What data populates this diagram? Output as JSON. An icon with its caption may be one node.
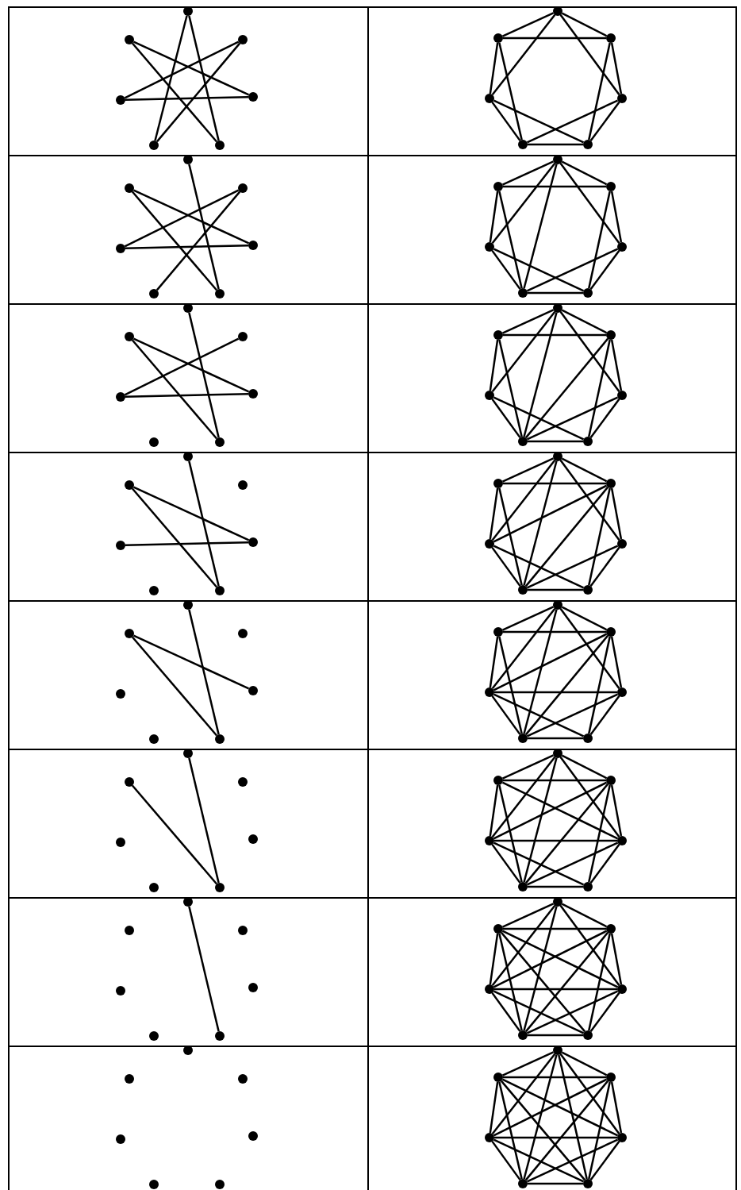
{
  "diagram": {
    "nodes": [
      {
        "text": [],
        "shape": "circle"
      },
      {
        "text": [],
        "shape": "circle"
      },
      {
        "text": [],
        "shape": "circle"
      },
      {
        "text": [],
        "shape": "circle"
      },
      {
        "text": [],
        "shape": "circle"
      },
      {
        "text": [],
        "shape": "circle"
      },
      {
        "text": [],
        "shape": "circle"
      },
      {
        "text": [],
        "shape": "circle"
      },
      {
        "text": [],
        "shape": "circle"
      },
      {
        "text": [],
        "shape": "circle"
      },
      {
        "text": [],
        "shape": "circle"
      },
      {
        "text": [],
        "shape": "circle"
      },
      {
        "text": [],
        "shape": "circle"
      },
      {
        "text": [],
        "shape": "circle"
      },
      {
        "text": [],
        "shape": "circle"
      },
      {
        "text": [],
        "shape": "circle"
      },
      {
        "text": [],
        "shape": "circle"
      },
      {
        "text": [],
        "shape": "circle"
      },
      {
        "text": [],
        "shape": "circle"
      },
      {
        "text": [],
        "shape": "circle"
      },
      {
        "text": [],
        "shape": "circle"
      },
      {
        "text": [],
        "shape": "circle"
      },
      {
        "text": [],
        "shape": "circle"
      },
      {
        "text": [],
        "shape": "circle"
      },
      {
        "text": [],
        "shape": "circle"
      },
      {
        "text": [],
        "shape": "circle"
      },
      {
        "text": [],
        "shape": "circle"
      },
      {
        "text": [],
        "shape": "circle"
      },
      {
        "text": [],
        "shape": "circle"
      },
      {
        "text": [],
        "shape": "circle"
      },
      {
        "text": [],
        "shape": "circle"
      },
      {
        "text": [],
        "shape": "circle"
      },
      {
        "text": [],
        "shape": "circle"
      },
      {
        "text": [],
        "shape": "circle"
      },
      {
        "text": [],
        "shape": "circle"
      },
      {
        "text": [],
        "shape": "circle"
      },
      {
        "text": [],
        "shape": "circle"
      },
      {
        "text": [],
        "shape": "circle"
      },
      {
        "text": [],
        "shape": "circle"
      },
      {
        "text": [],
        "shape": "circle"
      },
      {
        "text": [],
        "shape": "circle"
      },
      {
        "text": [],
        "shape": "circle"
      },
      {
        "text": [],
        "shape": "circle"
      },
      {
        "text": [],
        "shape": "circle"
      },
      {
        "text": [],
        "shape": "circle"
      },
      {
        "text": [],
        "shape": "circle"
      },
      {
        "text": [],
        "shape": "circle"
      },
      {
        "text": [],
        "shape": "circle"
      },
      {
        "text": [],
        "shape": "circle"
      },
      {
        "text": [],
        "shape": "circle"
      },
      {
        "text": [],
        "shape": "circle"
      },
      {
        "text": [],
        "shape": "circle"
      },
      {
        "text": [],
        "shape": "circle"
      },
      {
        "text": [],
        "shape": "circle"
      },
      {
        "text": [],
        "shape": "circle"
      },
      {
        "text": [],
        "shape": "circle"
      },
      {
        "text": [],
        "shape": "circle"
      },
      {
        "text": [],
        "shape": "circle"
      },
      {
        "text": [],
        "shape": "circle"
      },
      {
        "text": [],
        "shape": "circle"
      },
      {
        "text": [],
        "shape": "circle"
      },
      {
        "text": [],
        "shape": "circle"
      },
      {
        "text": [],
        "shape": "circle"
      },
      {
        "text": [],
        "shape": "circle"
      },
      {
        "text": [],
        "shape": "circle"
      },
      {
        "text": [],
        "shape": "circle"
      },
      {
        "text": [],
        "shape": "circle"
      },
      {
        "text": [],
        "shape": "circle"
      },
      {
        "text": [],
        "shape": "circle"
      },
      {
        "text": [],
        "shape": "circle"
      },
      {
        "text": [],
        "shape": "circle"
      },
      {
        "text": [],
        "shape": "circle"
      },
      {
        "text": [],
        "shape": "circle"
      },
      {
        "text": [],
        "shape": "circle"
      },
      {
        "text": [],
        "shape": "circle"
      },
      {
        "text": [],
        "shape": "circle"
      },
      {
        "text": [],
        "shape": "circle"
      },
      {
        "text": [],
        "shape": "circle"
      },
      {
        "text": [],
        "shape": "circle"
      },
      {
        "text": [],
        "shape": "circle"
      },
      {
        "text": [],
        "shape": "circle"
      },
      {
        "text": [],
        "shape": "circle"
      },
      {
        "text": [],
        "shape": "circle"
      },
      {
        "text": [],
        "shape": "circle"
      },
      {
        "text": [],
        "shape": "circle"
      },
      {
        "text": [],
        "shape": "circle"
      },
      {
        "text": [],
        "shape": "circle"
      },
      {
        "text": [],
        "shape": "circle"
      },
      {
        "text": [],
        "shape": "circle"
      },
      {
        "text": [],
        "shape": "circle"
      },
      {
        "text": [],
        "shape": "circle"
      },
      {
        "text": [],
        "shape": "circle"
      },
      {
        "text": [],
        "shape": "circle"
      },
      {
        "text": [],
        "shape": "circle"
      },
      {
        "text": [],
        "shape": "circle"
      },
      {
        "text": [],
        "shape": "circle"
      },
      {
        "text": [],
        "shape": "circle"
      },
      {
        "text": [],
        "shape": "circle"
      },
      {
        "text": [],
        "shape": "circle"
      },
      {
        "text": [],
        "shape": "circle"
      },
      {
        "text": [],
        "shape": "circle"
      },
      {
        "text": [],
        "shape": "circle"
      },
      {
        "text": [],
        "shape": "circle"
      },
      {
        "text": [],
        "shape": "circle"
      },
      {
        "text": [],
        "shape": "circle"
      },
      {
        "text": [],
        "shape": "circle"
      },
      {
        "text": [],
        "shape": "circle"
      },
      {
        "text": [],
        "shape": "circle"
      },
      {
        "text": [],
        "shape": "circle"
      },
      {
        "text": [],
        "shape": "circle"
      },
      {
        "text": [],
        "shape": "circle"
      },
      {
        "text": [],
        "shape": "circle"
      }
    ],
    "edges": [
      {
        "from": 0,
        "to": 5,
        "arrow": "none"
      },
      {
        "from": 0,
        "to": 6,
        "arrow": "none"
      },
      {
        "from": 1,
        "to": 4,
        "arrow": "none"
      },
      {
        "from": 1,
        "to": 6,
        "arrow": "none"
      },
      {
        "from": 2,
        "to": 3,
        "arrow": "none"
      },
      {
        "from": 2,
        "to": 5,
        "arrow": "none"
      },
      {
        "from": 3,
        "to": 4,
        "arrow": "none"
      },
      {
        "from": 7,
        "to": 8,
        "arrow": "none"
      },
      {
        "from": 7,
        "to": 9,
        "arrow": "none"
      },
      {
        "from": 7,
        "to": 10,
        "arrow": "none"
      },
      {
        "from": 7,
        "to": 11,
        "arrow": "none"
      },
      {
        "from": 8,
        "to": 9,
        "arrow": "none"
      },
      {
        "from": 8,
        "to": 10,
        "arrow": "none"
      },
      {
        "from": 8,
        "to": 12,
        "arrow": "none"
      },
      {
        "from": 9,
        "to": 11,
        "arrow": "none"
      },
      {
        "from": 9,
        "to": 13,
        "arrow": "none"
      },
      {
        "from": 10,
        "to": 12,
        "arrow": "none"
      },
      {
        "from": 10,
        "to": 13,
        "arrow": "none"
      },
      {
        "from": 11,
        "to": 12,
        "arrow": "none"
      },
      {
        "from": 11,
        "to": 13,
        "arrow": "none"
      },
      {
        "from": 12,
        "to": 13,
        "arrow": "none"
      },
      {
        "from": 14,
        "to": 20,
        "arrow": "none"
      },
      {
        "from": 15,
        "to": 18,
        "arrow": "none"
      },
      {
        "from": 15,
        "to": 20,
        "arrow": "none"
      },
      {
        "from": 16,
        "to": 17,
        "arrow": "none"
      },
      {
        "from": 16,
        "to": 19,
        "arrow": "none"
      },
      {
        "from": 17,
        "to": 18,
        "arrow": "none"
      },
      {
        "from": 21,
        "to": 22,
        "arrow": "none"
      },
      {
        "from": 21,
        "to": 23,
        "arrow": "none"
      },
      {
        "from": 21,
        "to": 24,
        "arrow": "none"
      },
      {
        "from": 21,
        "to": 25,
        "arrow": "none"
      },
      {
        "from": 21,
        "to": 26,
        "arrow": "none"
      },
      {
        "from": 22,
        "to": 23,
        "arrow": "none"
      },
      {
        "from": 22,
        "to": 24,
        "arrow": "none"
      },
      {
        "from": 22,
        "to": 26,
        "arrow": "none"
      },
      {
        "from": 23,
        "to": 25,
        "arrow": "none"
      },
      {
        "from": 23,
        "to": 27,
        "arrow": "none"
      },
      {
        "from": 24,
        "to": 26,
        "arrow": "none"
      },
      {
        "from": 24,
        "to": 27,
        "arrow": "none"
      },
      {
        "from": 25,
        "to": 26,
        "arrow": "none"
      },
      {
        "from": 25,
        "to": 27,
        "arrow": "none"
      },
      {
        "from": 26,
        "to": 27,
        "arrow": "none"
      },
      {
        "from": 28,
        "to": 34,
        "arrow": "none"
      },
      {
        "from": 29,
        "to": 32,
        "arrow": "none"
      },
      {
        "from": 29,
        "to": 34,
        "arrow": "none"
      },
      {
        "from": 30,
        "to": 31,
        "arrow": "none"
      },
      {
        "from": 31,
        "to": 32,
        "arrow": "none"
      },
      {
        "from": 35,
        "to": 36,
        "arrow": "none"
      },
      {
        "from": 35,
        "to": 37,
        "arrow": "none"
      },
      {
        "from": 35,
        "to": 38,
        "arrow": "none"
      },
      {
        "from": 35,
        "to": 39,
        "arrow": "none"
      },
      {
        "from": 35,
        "to": 40,
        "arrow": "none"
      },
      {
        "from": 36,
        "to": 37,
        "arrow": "none"
      },
      {
        "from": 36,
        "to": 38,
        "arrow": "none"
      },
      {
        "from": 36,
        "to": 40,
        "arrow": "none"
      },
      {
        "from": 37,
        "to": 39,
        "arrow": "none"
      },
      {
        "from": 37,
        "to": 40,
        "arrow": "none"
      },
      {
        "from": 37,
        "to": 41,
        "arrow": "none"
      },
      {
        "from": 38,
        "to": 40,
        "arrow": "none"
      },
      {
        "from": 38,
        "to": 41,
        "arrow": "none"
      },
      {
        "from": 39,
        "to": 40,
        "arrow": "none"
      },
      {
        "from": 39,
        "to": 41,
        "arrow": "none"
      },
      {
        "from": 40,
        "to": 41,
        "arrow": "none"
      },
      {
        "from": 42,
        "to": 48,
        "arrow": "none"
      },
      {
        "from": 43,
        "to": 46,
        "arrow": "none"
      },
      {
        "from": 43,
        "to": 48,
        "arrow": "none"
      },
      {
        "from": 45,
        "to": 46,
        "arrow": "none"
      },
      {
        "from": 49,
        "to": 50,
        "arrow": "none"
      },
      {
        "from": 49,
        "to": 51,
        "arrow": "none"
      },
      {
        "from": 49,
        "to": 52,
        "arrow": "none"
      },
      {
        "from": 49,
        "to": 53,
        "arrow": "none"
      },
      {
        "from": 49,
        "to": 54,
        "arrow": "none"
      },
      {
        "from": 50,
        "to": 51,
        "arrow": "none"
      },
      {
        "from": 50,
        "to": 52,
        "arrow": "none"
      },
      {
        "from": 50,
        "to": 54,
        "arrow": "none"
      },
      {
        "from": 51,
        "to": 52,
        "arrow": "none"
      },
      {
        "from": 51,
        "to": 53,
        "arrow": "none"
      },
      {
        "from": 51,
        "to": 54,
        "arrow": "none"
      },
      {
        "from": 51,
        "to": 55,
        "arrow": "none"
      },
      {
        "from": 52,
        "to": 54,
        "arrow": "none"
      },
      {
        "from": 52,
        "to": 55,
        "arrow": "none"
      },
      {
        "from": 53,
        "to": 54,
        "arrow": "none"
      },
      {
        "from": 53,
        "to": 55,
        "arrow": "none"
      },
      {
        "from": 54,
        "to": 55,
        "arrow": "none"
      },
      {
        "from": 56,
        "to": 62,
        "arrow": "none"
      },
      {
        "from": 57,
        "to": 60,
        "arrow": "none"
      },
      {
        "from": 57,
        "to": 62,
        "arrow": "none"
      },
      {
        "from": 63,
        "to": 64,
        "arrow": "none"
      },
      {
        "from": 63,
        "to": 65,
        "arrow": "none"
      },
      {
        "from": 63,
        "to": 66,
        "arrow": "none"
      },
      {
        "from": 63,
        "to": 67,
        "arrow": "none"
      },
      {
        "from": 63,
        "to": 68,
        "arrow": "none"
      },
      {
        "from": 64,
        "to": 65,
        "arrow": "none"
      },
      {
        "from": 64,
        "to": 66,
        "arrow": "none"
      },
      {
        "from": 64,
        "to": 68,
        "arrow": "none"
      },
      {
        "from": 65,
        "to": 66,
        "arrow": "none"
      },
      {
        "from": 65,
        "to": 67,
        "arrow": "none"
      },
      {
        "from": 65,
        "to": 68,
        "arrow": "none"
      },
      {
        "from": 65,
        "to": 69,
        "arrow": "none"
      },
      {
        "from": 66,
        "to": 67,
        "arrow": "none"
      },
      {
        "from": 66,
        "to": 68,
        "arrow": "none"
      },
      {
        "from": 66,
        "to": 69,
        "arrow": "none"
      },
      {
        "from": 67,
        "to": 68,
        "arrow": "none"
      },
      {
        "from": 67,
        "to": 69,
        "arrow": "none"
      },
      {
        "from": 68,
        "to": 69,
        "arrow": "none"
      },
      {
        "from": 70,
        "to": 76,
        "arrow": "none"
      },
      {
        "from": 71,
        "to": 76,
        "arrow": "none"
      },
      {
        "from": 77,
        "to": 78,
        "arrow": "none"
      },
      {
        "from": 77,
        "to": 79,
        "arrow": "none"
      },
      {
        "from": 77,
        "to": 80,
        "arrow": "none"
      },
      {
        "from": 77,
        "to": 81,
        "arrow": "none"
      },
      {
        "from": 77,
        "to": 82,
        "arrow": "none"
      },
      {
        "from": 78,
        "to": 79,
        "arrow": "none"
      },
      {
        "from": 78,
        "to": 80,
        "arrow": "none"
      },
      {
        "from": 78,
        "to": 81,
        "arrow": "none"
      },
      {
        "from": 78,
        "to": 82,
        "arrow": "none"
      },
      {
        "from": 79,
        "to": 80,
        "arrow": "none"
      },
      {
        "from": 79,
        "to": 81,
        "arrow": "none"
      },
      {
        "from": 79,
        "to": 82,
        "arrow": "none"
      },
      {
        "from": 79,
        "to": 83,
        "arrow": "none"
      },
      {
        "from": 80,
        "to": 81,
        "arrow": "none"
      },
      {
        "from": 80,
        "to": 82,
        "arrow": "none"
      },
      {
        "from": 80,
        "to": 83,
        "arrow": "none"
      },
      {
        "from": 81,
        "to": 82,
        "arrow": "none"
      },
      {
        "from": 81,
        "to": 83,
        "arrow": "none"
      },
      {
        "from": 82,
        "to": 83,
        "arrow": "none"
      },
      {
        "from": 84,
        "to": 90,
        "arrow": "none"
      },
      {
        "from": 91,
        "to": 92,
        "arrow": "none"
      },
      {
        "from": 91,
        "to": 93,
        "arrow": "none"
      },
      {
        "from": 91,
        "to": 94,
        "arrow": "none"
      },
      {
        "from": 91,
        "to": 95,
        "arrow": "none"
      },
      {
        "from": 91,
        "to": 96,
        "arrow": "none"
      },
      {
        "from": 92,
        "to": 93,
        "arrow": "none"
      },
      {
        "from": 92,
        "to": 94,
        "arrow": "none"
      },
      {
        "from": 92,
        "to": 95,
        "arrow": "none"
      },
      {
        "from": 92,
        "to": 96,
        "arrow": "none"
      },
      {
        "from": 92,
        "to": 97,
        "arrow": "none"
      },
      {
        "from": 93,
        "to": 94,
        "arrow": "none"
      },
      {
        "from": 93,
        "to": 95,
        "arrow": "none"
      },
      {
        "from": 93,
        "to": 96,
        "arrow": "none"
      },
      {
        "from": 93,
        "to": 97,
        "arrow": "none"
      },
      {
        "from": 94,
        "to": 95,
        "arrow": "none"
      },
      {
        "from": 94,
        "to": 96,
        "arrow": "none"
      },
      {
        "from": 94,
        "to": 97,
        "arrow": "none"
      },
      {
        "from": 95,
        "to": 96,
        "arrow": "none"
      },
      {
        "from": 95,
        "to": 97,
        "arrow": "none"
      },
      {
        "from": 96,
        "to": 97,
        "arrow": "none"
      },
      {
        "from": 105,
        "to": 106,
        "arrow": "none"
      },
      {
        "from": 105,
        "to": 107,
        "arrow": "none"
      },
      {
        "from": 105,
        "to": 108,
        "arrow": "none"
      },
      {
        "from": 105,
        "to": 109,
        "arrow": "none"
      },
      {
        "from": 105,
        "to": 110,
        "arrow": "none"
      },
      {
        "from": 105,
        "to": 111,
        "arrow": "none"
      },
      {
        "from": 106,
        "to": 107,
        "arrow": "none"
      },
      {
        "from": 106,
        "to": 108,
        "arrow": "none"
      },
      {
        "from": 106,
        "to": 109,
        "arrow": "none"
      },
      {
        "from": 106,
        "to": 110,
        "arrow": "none"
      },
      {
        "from": 106,
        "to": 111,
        "arrow": "none"
      },
      {
        "from": 107,
        "to": 108,
        "arrow": "none"
      },
      {
        "from": 107,
        "to": 109,
        "arrow": "none"
      },
      {
        "from": 107,
        "to": 110,
        "arrow": "none"
      },
      {
        "from": 107,
        "to": 111,
        "arrow": "none"
      },
      {
        "from": 108,
        "to": 109,
        "arrow": "none"
      },
      {
        "from": 108,
        "to": 110,
        "arrow": "none"
      },
      {
        "from": 108,
        "to": 111,
        "arrow": "none"
      },
      {
        "from": 109,
        "to": 110,
        "arrow": "none"
      },
      {
        "from": 109,
        "to": 111,
        "arrow": "none"
      },
      {
        "from": 110,
        "to": 111,
        "arrow": "none"
      }
    ]
  }
}
